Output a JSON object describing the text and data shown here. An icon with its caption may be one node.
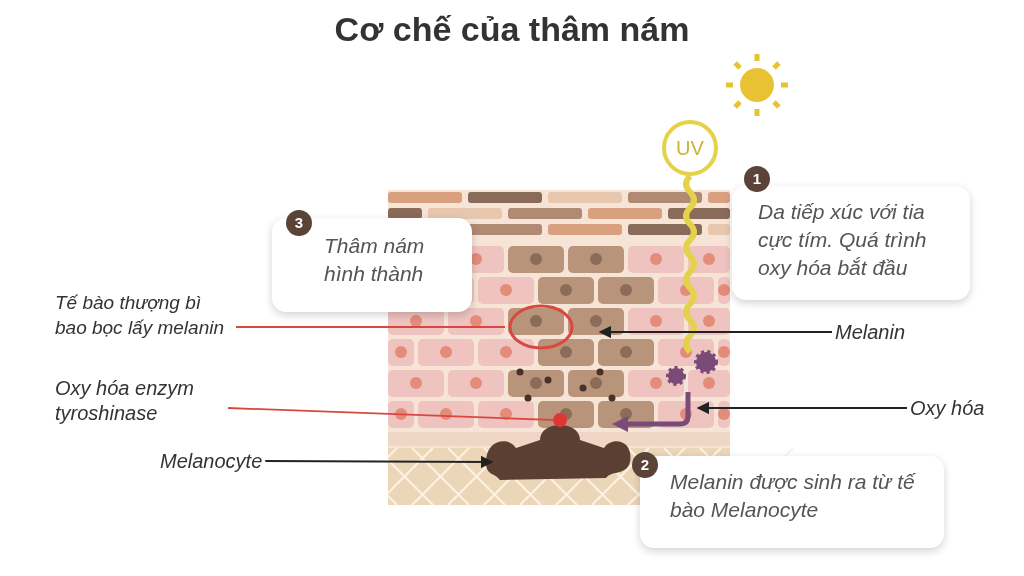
{
  "diagram": {
    "title": "Cơ chế của thâm nám",
    "nodes": [
      {
        "text": [
          "3",
          "Thâm nám hình thành"
        ]
      },
      {
        "text": [
          "1",
          "Da tiếp xúc với tia cực tím. Quá trình oxy hóa bắt đầu"
        ]
      },
      {
        "text": [
          "UV"
        ]
      },
      {
        "text": [
          "Tế bào thượng bì bao bọc lấy melanin"
        ]
      },
      {
        "text": [],
        "shape": "circle"
      },
      {
        "text": [
          "Melanin"
        ]
      },
      {
        "text": [
          "Oxy hóa enzym tyroshinase"
        ]
      },
      {
        "text": [
          "Melanocyte"
        ]
      },
      {
        "text": [
          "Oxy hóa"
        ]
      },
      {
        "text": [
          "2",
          "Melanin được sinh ra từ tế bào Melanocyte"
        ]
      }
    ],
    "edges": [
      {
        "from": 3,
        "to": 4,
        "arrow": "none",
        "color": "#d9473f"
      },
      {
        "from": 5,
        "to": null,
        "arrow": "to"
      },
      {
        "from": 6,
        "to": null,
        "arrow": "none",
        "color": "#d9473f"
      },
      {
        "from": 7,
        "to": null,
        "arrow": "to"
      },
      {
        "from": 8,
        "to": null,
        "arrow": "to"
      }
    ]
  }
}
